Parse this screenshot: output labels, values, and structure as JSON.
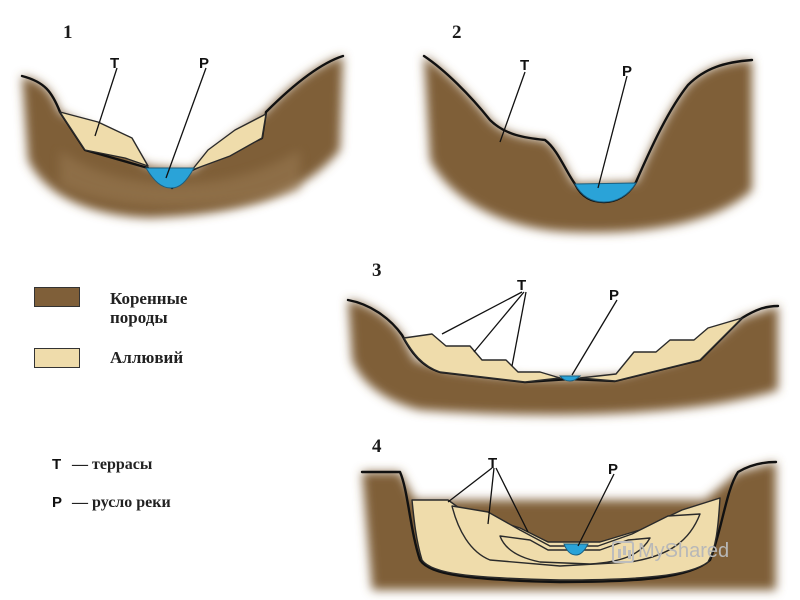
{
  "panels": [
    {
      "number": "1",
      "terrace_letter": "Т",
      "channel_letter": "Р"
    },
    {
      "number": "2",
      "terrace_letter": "Т",
      "channel_letter": "Р"
    },
    {
      "number": "3",
      "terrace_letter": "Т",
      "channel_letter": "Р"
    },
    {
      "number": "4",
      "terrace_letter": "Т",
      "channel_letter": "Р"
    }
  ],
  "legend": {
    "bedrock_label_line1": "Коренные",
    "bedrock_label_line2": "породы",
    "alluvium_label": "Аллювий",
    "bedrock_color": "#7f5f39",
    "alluvium_color": "#efdcab"
  },
  "abbreviations": [
    {
      "letter": "Т",
      "text": "— террасы"
    },
    {
      "letter": "Р",
      "text": "— русло реки"
    }
  ],
  "water_color": "#2aa3d8",
  "watermark": {
    "text": "MyShared",
    "icon": "chart-board-icon"
  }
}
